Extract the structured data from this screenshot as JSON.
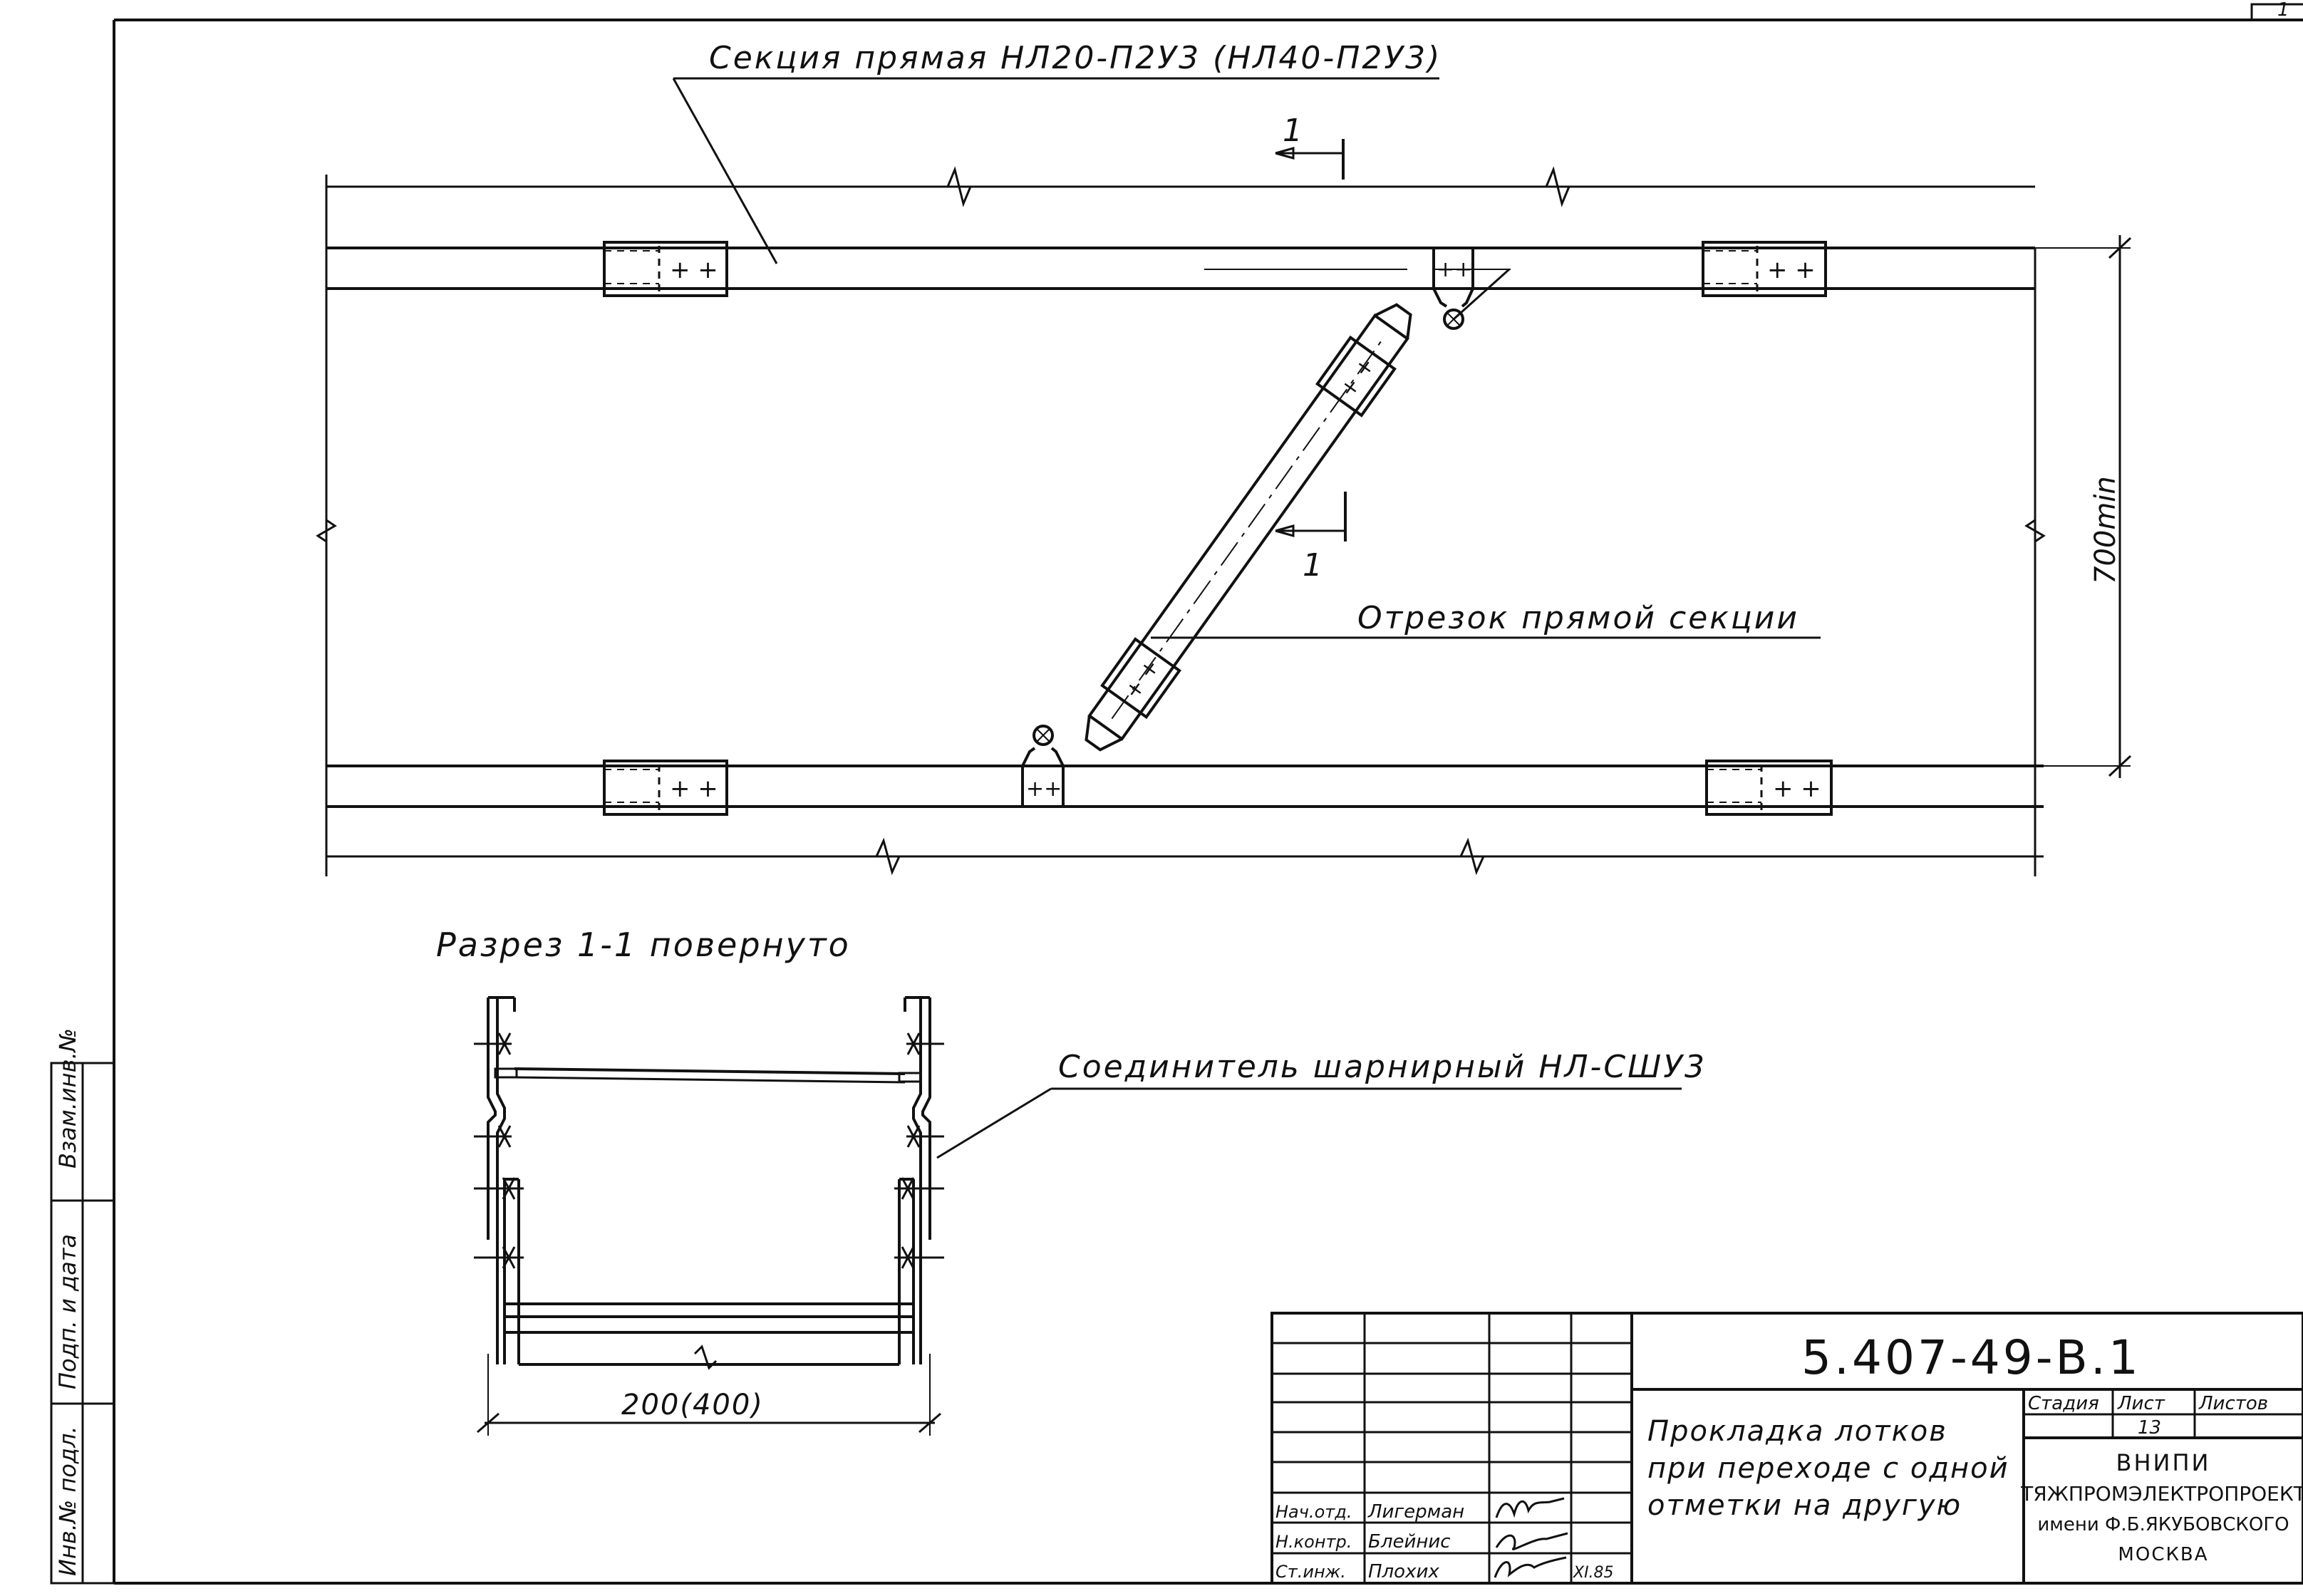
{
  "drawing": {
    "callouts": {
      "straight_section": "Секция прямая НЛ20-П2У3 (НЛ40-П2У3)",
      "segment": "Отрезок прямой секции",
      "connector": "Соединитель шарнирный НЛ-СШУ3"
    },
    "section_mark": "1",
    "dim_vertical": "700min",
    "dim_width": "200(400)",
    "section_title": "Разрез 1-1 повернуто",
    "bolt_mark": "+ +",
    "bolt_mark_tight": "++"
  },
  "side_stamp": {
    "cells": [
      "Взам.инв.№",
      "Подп. и дата",
      "Инв.№ подл."
    ]
  },
  "title_block": {
    "doc_number": "5.407-49-В.1",
    "title_lines": [
      "Прокладка лотков",
      "при переходе с одной",
      "отметки на другую"
    ],
    "stage_header": "Стадия",
    "sheet_header": "Лист",
    "sheets_header": "Листов",
    "sheet_value": "13",
    "org_lines": [
      "ВНИПИ",
      "ТЯЖПРОМЭЛЕКТРОПРОЕКТ",
      "имени Ф.Б.ЯКУБОВСКОГО",
      "МОСКВА"
    ],
    "roles": [
      {
        "role": "Нач.отд.",
        "name": "Лигерман",
        "date": ""
      },
      {
        "role": "Н.контр.",
        "name": "Блейнис",
        "date": ""
      },
      {
        "role": "Ст.инж.",
        "name": "Плохих",
        "date": "XI.85"
      }
    ]
  },
  "corner_mark": "1"
}
